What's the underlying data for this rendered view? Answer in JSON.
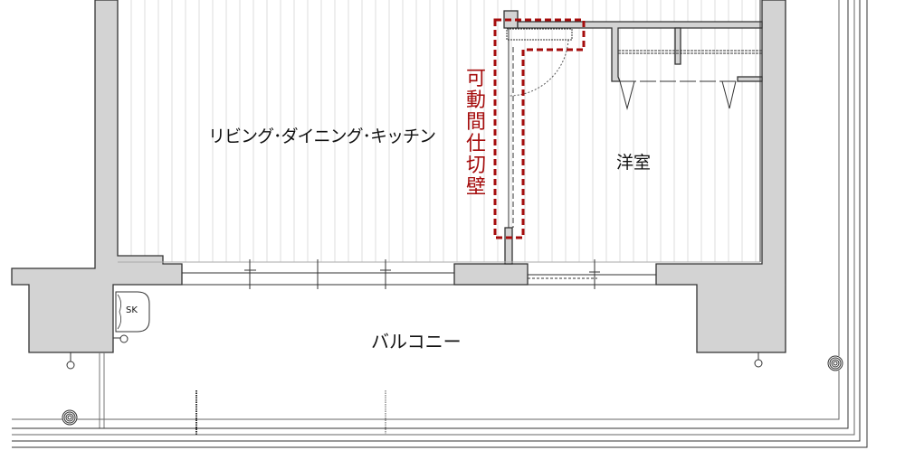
{
  "rooms": {
    "ldk": "リビング･ダイニング･キッチン",
    "western_room": "洋室",
    "balcony": "バルコニー"
  },
  "annotation": {
    "movable_partition": "可動間仕切壁"
  },
  "fixtures": {
    "slop_sink": "SK"
  },
  "colors": {
    "wall_fill": "#d3d3d3",
    "line": "#333333",
    "highlight": "#a50d0d"
  }
}
